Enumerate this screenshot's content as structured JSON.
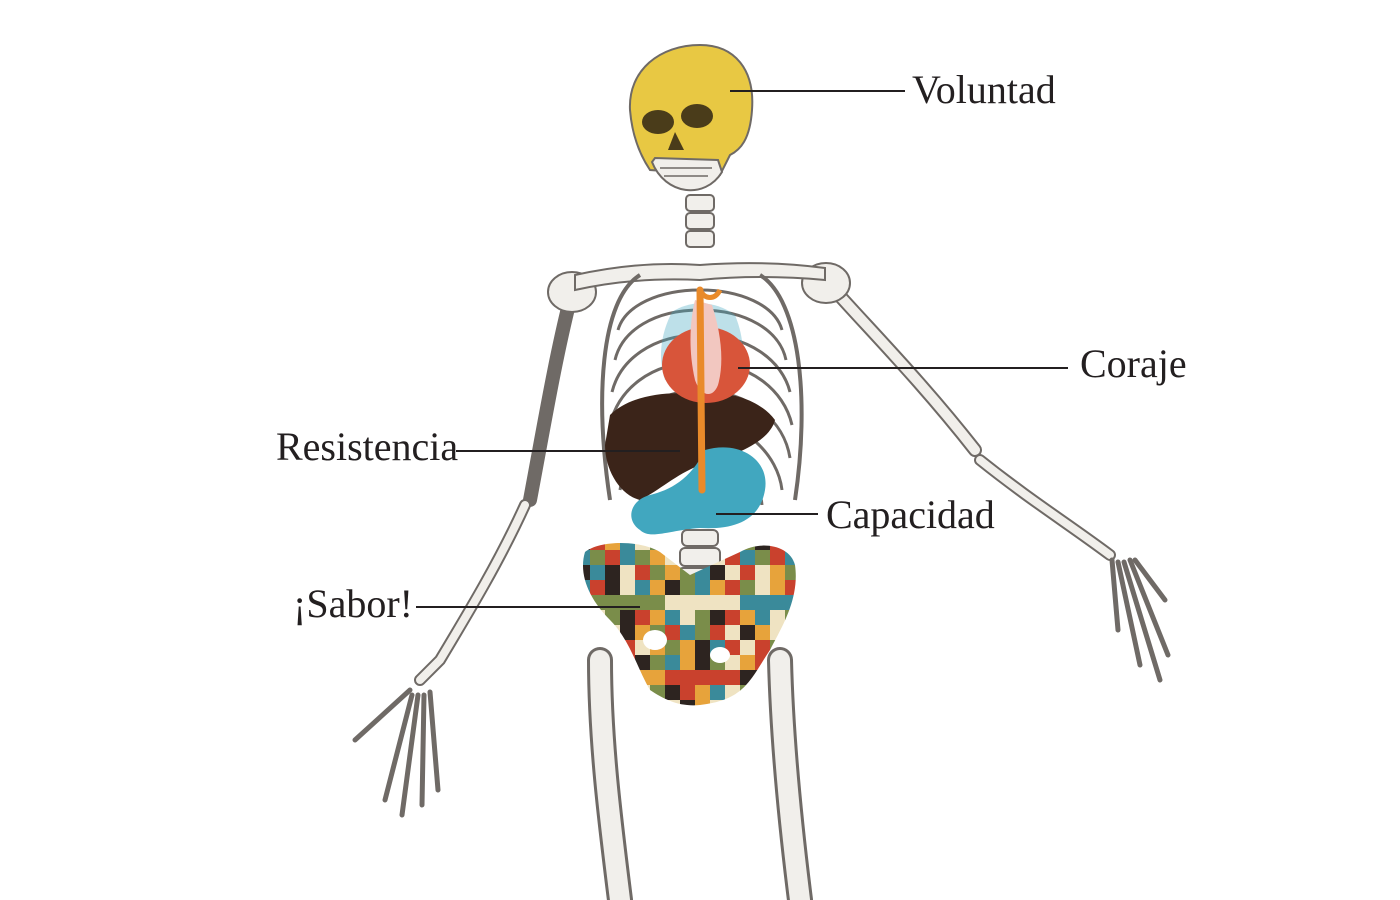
{
  "labels": {
    "voluntad": "Voluntad",
    "coraje": "Coraje",
    "resistencia": "Resistencia",
    "capacidad": "Capacidad",
    "sabor": "¡Sabor!"
  },
  "colors": {
    "skull": "#e8c843",
    "heart": "#d8553a",
    "aorta": "#f2c7c0",
    "liver": "#3b2419",
    "stomach": "#41a7bf",
    "esophagus": "#e98a2a",
    "bone_fill": "#f1efeb",
    "bone_line": "#6f6a66",
    "leader_line": "#231f20",
    "pelvis_palette": [
      "#2d2420",
      "#c9412d",
      "#e7a33b",
      "#3a8a9a",
      "#efe3c2",
      "#7a8d4a"
    ]
  }
}
